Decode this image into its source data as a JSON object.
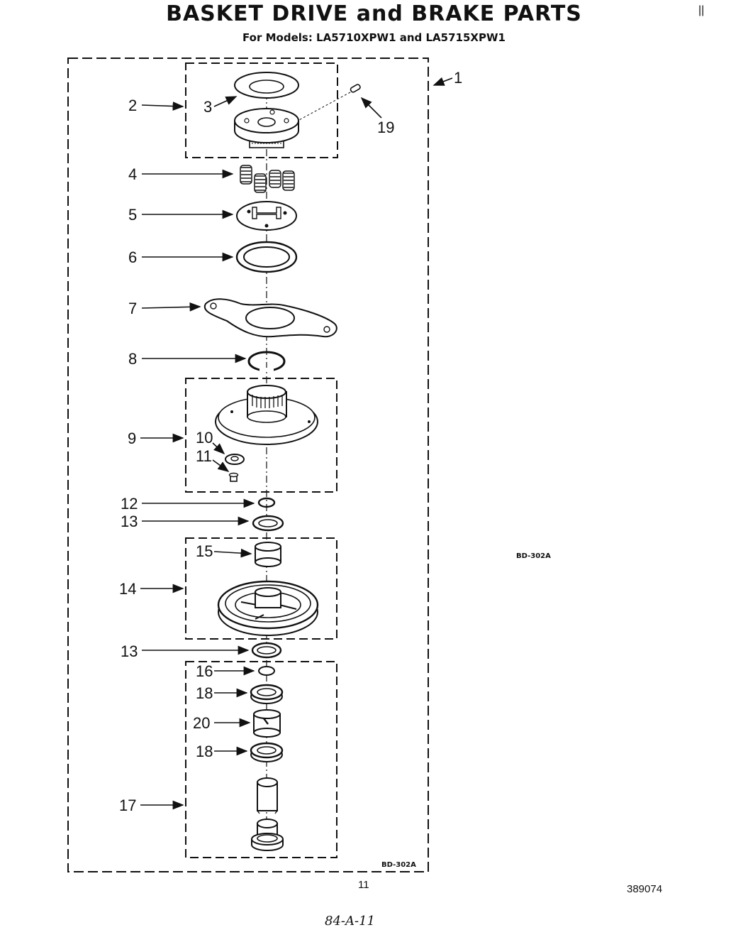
{
  "title": "BASKET DRIVE and BRAKE PARTS",
  "subtitle": "For Models: LA5710XPW1 and LA5715XPW1",
  "diagram_code_right": "BD-302A",
  "diagram_code_box": "BD-302A",
  "page_number": "11",
  "document_number": "389074",
  "handwritten_note": "84-A-11",
  "corner_mark": "||",
  "callouts": {
    "c1": "1",
    "c2": "2",
    "c3": "3",
    "c4": "4",
    "c5": "5",
    "c6": "6",
    "c7": "7",
    "c8": "8",
    "c9": "9",
    "c10": "10",
    "c11": "11",
    "c12": "12",
    "c13a": "13",
    "c13b": "13",
    "c14": "14",
    "c15": "15",
    "c16": "16",
    "c17": "17",
    "c18a": "18",
    "c18b": "18",
    "c19": "19",
    "c20": "20"
  }
}
